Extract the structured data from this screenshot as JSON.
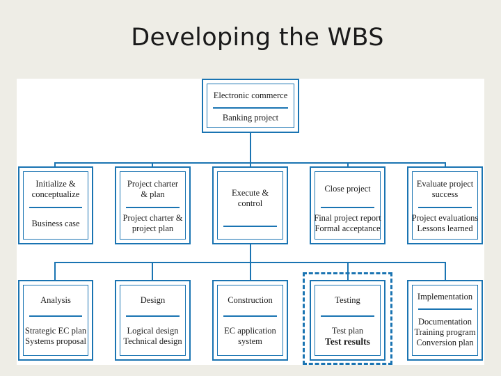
{
  "title": "Developing the WBS",
  "root": {
    "top": [
      "Electronic commerce"
    ],
    "bottom": [
      "Banking project"
    ]
  },
  "phases": [
    {
      "top": [
        "Initialize &",
        "conceptualize"
      ],
      "bottom": [
        "Business case"
      ]
    },
    {
      "top": [
        "Project charter",
        "& plan"
      ],
      "bottom": [
        "Project charter &",
        "project plan"
      ]
    },
    {
      "top": [
        "Execute & control"
      ],
      "bottom": []
    },
    {
      "top": [
        "Close project"
      ],
      "bottom": [
        "Final project report",
        "Formal acceptance"
      ]
    },
    {
      "top": [
        "Evaluate project",
        "success"
      ],
      "bottom": [
        "Project evaluations",
        "Lessons learned"
      ]
    }
  ],
  "tasks": [
    {
      "top": [
        "Analysis"
      ],
      "bottom": [
        "Strategic EC plan",
        "Systems proposal"
      ]
    },
    {
      "top": [
        "Design"
      ],
      "bottom": [
        "Logical design",
        "Technical design"
      ]
    },
    {
      "top": [
        "Construction"
      ],
      "bottom": [
        "EC application",
        "system"
      ]
    },
    {
      "top": [
        "Testing"
      ],
      "bottom": [
        "Test plan",
        "Test results"
      ],
      "bold_line": 1,
      "highlighted": true
    },
    {
      "top": [
        "Implementation"
      ],
      "bottom": [
        "Documentation",
        "Training program",
        "Conversion plan"
      ]
    }
  ],
  "colors": {
    "line": "#1a74b2",
    "background": "#eeede6",
    "canvas": "#ffffff"
  }
}
